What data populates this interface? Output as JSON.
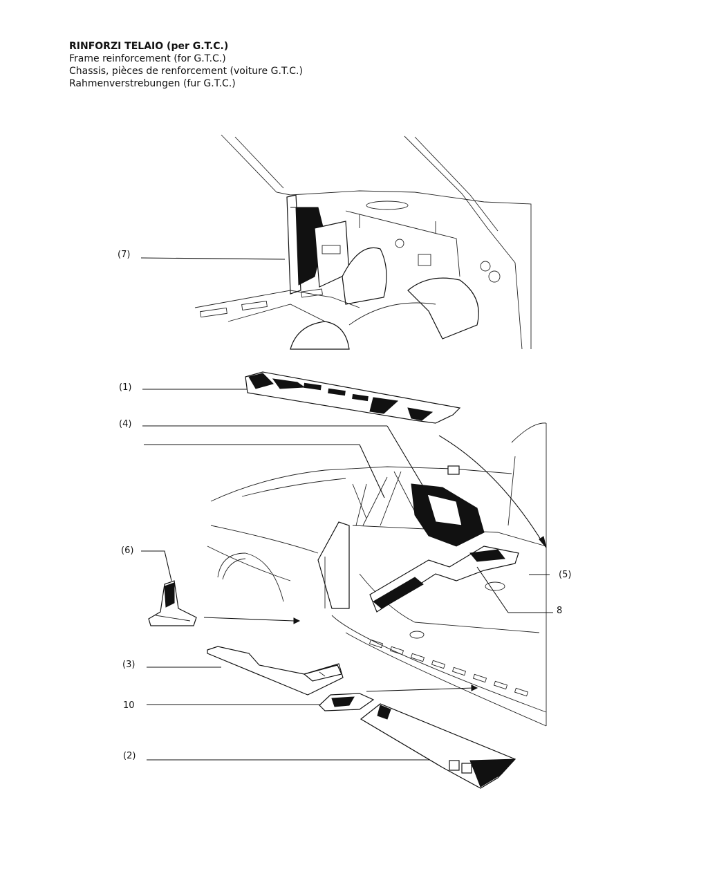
{
  "header": {
    "line1": "RINFORZI TELAIO (per G.T.C.)",
    "line2": "Frame reinforcement (for G.T.C.)",
    "line3": "Chassis, pièces de renforcement (voiture G.T.C.)",
    "line4": "Rahmenverstrebungen (fur G.T.C.)"
  },
  "callouts": {
    "c7": "(7)",
    "c1": "(1)",
    "c4": "(4)",
    "c6": "(6)",
    "c5": "(5)",
    "c8": "8",
    "c3": "(3)",
    "c10": "10",
    "c2": "(2)"
  }
}
